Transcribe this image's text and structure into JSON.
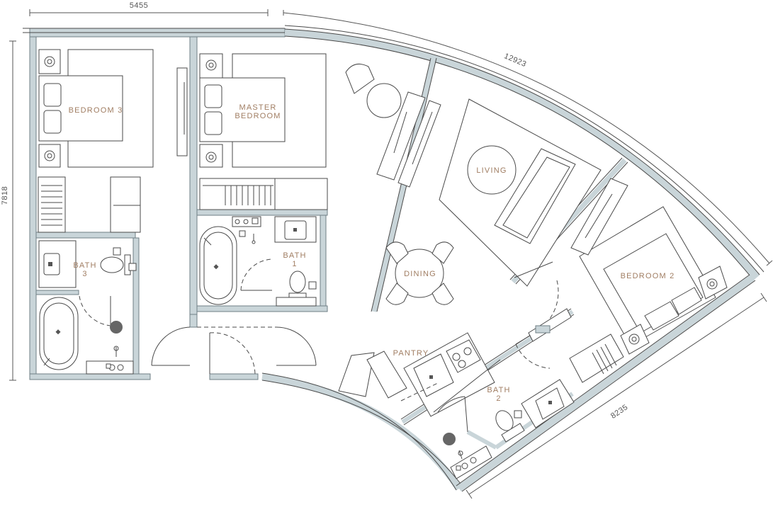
{
  "dimensions": {
    "top_width": "5455",
    "curve_length": "12923",
    "left_height": "7818",
    "bottom_right": "8235"
  },
  "rooms": {
    "bedroom3": "BEDROOM 3",
    "master_line1": "MASTER",
    "master_line2": "BEDROOM",
    "bath1_line1": "BATH",
    "bath1_line2": "1",
    "bath3_line1": "BATH",
    "bath3_line2": "3",
    "living": "LIVING",
    "dining": "DINING",
    "bedroom2": "BEDROOM 2",
    "pantry": "PANTRY",
    "bath2_line1": "BATH",
    "bath2_line2": "2"
  },
  "colors": {
    "wall_fill": "#c9d5d9",
    "wall_edge": "#6f7f85",
    "label": "#a07d62"
  }
}
